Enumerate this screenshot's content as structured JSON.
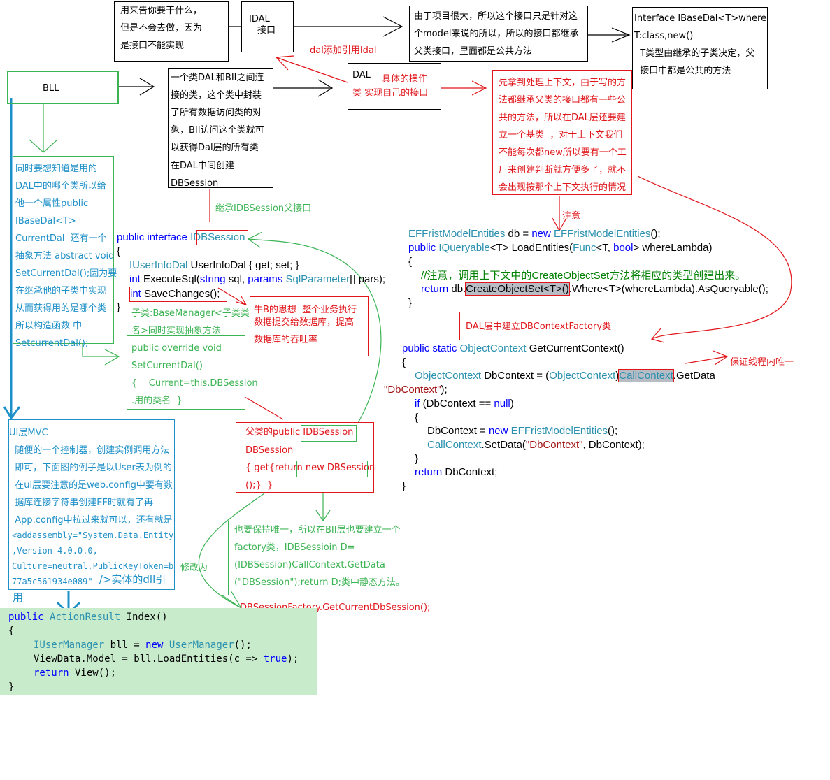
{
  "notes": {
    "purpose": [
      "用来告你要干什么，",
      "但是不会去做，因为",
      "是接口不能实现"
    ],
    "idal": [
      "IDAL",
      "接口"
    ],
    "idal_desc": [
      "由于项目很大，所以这个接口只是针对这",
      "个model来说的所以，所以的接口都继承",
      "父类接口，里面都是公共方法"
    ],
    "ibasedal": [
      "Interface IBaseDal<T>where",
      "T:class,new()",
      "  T类型由继承的子类决定，父",
      "  接口中都是公共的方法"
    ],
    "dal_ref": "dal添加引用Idal",
    "bll": "BLL",
    "dbsession_desc": [
      "一个类DAL和BII之间连",
      "接的类，这个类中封装",
      "了所有数据访问类的对",
      "象，BII访问这个类就可",
      "以获得Dal层的所有类",
      "在DAL中间创建",
      "DBSession"
    ],
    "dal": "DAL",
    "dal_ops": [
      "具体的操作",
      "类 实现自己的接口"
    ],
    "context_desc": [
      "先拿到处理上下文，由于写的方",
      "法都继承父类的接口都有一些公",
      "共的方法，所以在DAL层还要建",
      "立一个基类  ，对于上下文我们",
      "不能每次都new所以要有一个工",
      "厂来创建判断就方便多了，就不",
      "会出现按那个上下文执行的情况"
    ],
    "bll_note": [
      "同时要想知道是用的",
      "DAL中的哪个类所以给",
      "他一个属性public",
      "IBaseDal<T>",
      "CurrentDal  还有一个",
      "抽象方法 abstract void",
      "SetCurrentDal();因为要",
      "在继承他的子类中实现",
      "从而获得用的是哪个类",
      "所以构造函数 中",
      "SetcurrentDal();"
    ],
    "inherit_label": "继承IDBSession父接口",
    "attention": "注意",
    "unit_of_work": [
      "牛B的思想  整个业务执行",
      "数据提交给数据库，提高",
      "数据库的吞吐率"
    ],
    "subclass_note": [
      "子类:BaseManager<子类类",
      "名>同时实现抽象方法"
    ],
    "override_box": [
      "public override void",
      "SetCurrentDal()",
      "{    Current=this.DBSession",
      ".用的类名  }"
    ],
    "factory_label": "DAL层中建立DBContextFactory类",
    "unique_label": "保证线程内唯一",
    "parent_prop": [
      "父类的public IDBSession",
      "DBSession",
      "{ get{return new DBSession",
      "();}  }"
    ],
    "ui_mvc": [
      "UI层MVC",
      "  随便的一个控制器，创建实例调用方法",
      "  即可，下面图的例子是以User表为例的",
      "  在ui层要注意的是web.config中要有数",
      "  据库连接字符串创建EF时就有了再",
      "  App.config中拉过来就可以，还有就是"
    ],
    "ui_mvc_mono": [
      "<addassembly=\"System.Data.Entity",
      ",Version 4.0.0.0,",
      "Culture=neutral,PublicKeyToken=b",
      "77a5c561934e089\""
    ],
    "ui_mvc_tail": " />实体的dll引",
    "ui_mvc_tail2": "用",
    "modify_label": "修改为",
    "bll_factory": [
      "也要保持唯一，所以在BII层也要建立一个",
      "factory类，IDBSessioin D=",
      "(IDBSession)CallContext.GetData",
      "(\"DBSession\");return D;类中静态方法。"
    ],
    "factory_call": "DBSessionFactory.GetCurrentDbSession();"
  },
  "code_interface": {
    "l1_kw": "public interface ",
    "l1_ty": "IDBSession",
    "l2": "{",
    "l3_ty": "IUserInfoDal",
    " l3_rest": " UserInfoDal { get; set; }",
    "l4_kw": "int",
    " l4_a": " ExecuteSql(",
    "l4_kw2": "string",
    " l4_b": " sql, ",
    "l4_kw3": "params",
    " l4_sp": " ",
    "l4_ty": "SqlParameter",
    "l4_c": "[] pars);",
    "l5_kw": "int",
    "l5_rest": " SaveChanges();",
    "l6": "}"
  },
  "code_entities": {
    "l1_ty": "EFFristModelEntities",
    "l1_a": " db = ",
    "l1_kw": "new",
    " l1_sp": " ",
    "l1_ty2": "EFFristModelEntities",
    "l1_b": "();",
    "l2_kw": "public",
    " l2_sp": " ",
    "l2_ty": "IQueryable",
    "l2_a": "<T> LoadEntities(",
    "l2_ty2": "Func",
    "l2_b": "<T, ",
    "l2_kw2": "bool",
    "l2_c": "> whereLambda)",
    "l3": "{",
    "l4_cm": "//注意，调用上下文中的CreateObjectSet方法将相应的类型创建出来。",
    "l5_kw": "return",
    "l5_a": " db.",
    "l5_hl": "CreateObjectSet<T>()",
    "l5_b": ".Where<T>(whereLambda).AsQueryable();",
    "l6": "}"
  },
  "code_factory": {
    "l1_kw": "public static",
    " l1_sp": " ",
    "l1_ty": "ObjectContext",
    "l1_a": " GetCurrentContext()",
    "l2": "{",
    "l3_ty": "ObjectContext",
    "l3_a": " DbContext = (",
    "l3_ty2": "ObjectContext",
    "l3_b": ")",
    "l3_hl": "CallContext",
    "l3_c": ".GetData",
    "l4_st": "\"DbContext\"",
    "l4_a": ");",
    "l5_kw": "if",
    "l5_a": " (DbContext == ",
    "l5_kw2": "null",
    "l5_b": ")",
    "l6": "{",
    "l7_a": "DbContext = ",
    "l7_kw": "new",
    " l7_sp": " ",
    "l7_ty": "EFFristModelEntities",
    "l7_b": "();",
    "l8_ty": "CallContext",
    "l8_a": ".SetData(",
    "l8_st": "\"DbContext\"",
    "l8_b": ", DbContext);",
    "l9": "}",
    "l10_kw": "return",
    "l10_a": " DbContext;",
    "l11": "}"
  },
  "code_controller": {
    "l1_kw": "public",
    " l1_sp": " ",
    "l1_ty": "ActionResult",
    "l1_a": " Index()",
    "l2": "{",
    "l3_ty": "IUserManager",
    "l3_a": " bll = ",
    "l3_kw": "new",
    " l3_sp": " ",
    "l3_ty2": "UserManager",
    "l3_b": "();",
    "l4_a": "ViewData.Model = bll.LoadEntities(c => ",
    "l4_kw": "true",
    "l4_b": ");",
    "l5_kw": "return",
    "l5_a": " View();",
    "l6": "}"
  },
  "colors": {
    "red": "#e0161b",
    "green": "#3cb454",
    "blue": "#1e90c8",
    "keyword": "#0000ff",
    "type": "#2b91af",
    "string": "#a31515",
    "comment": "#008000",
    "highlight": "#b8bcc4",
    "code_bg": "#c8ebcc"
  }
}
